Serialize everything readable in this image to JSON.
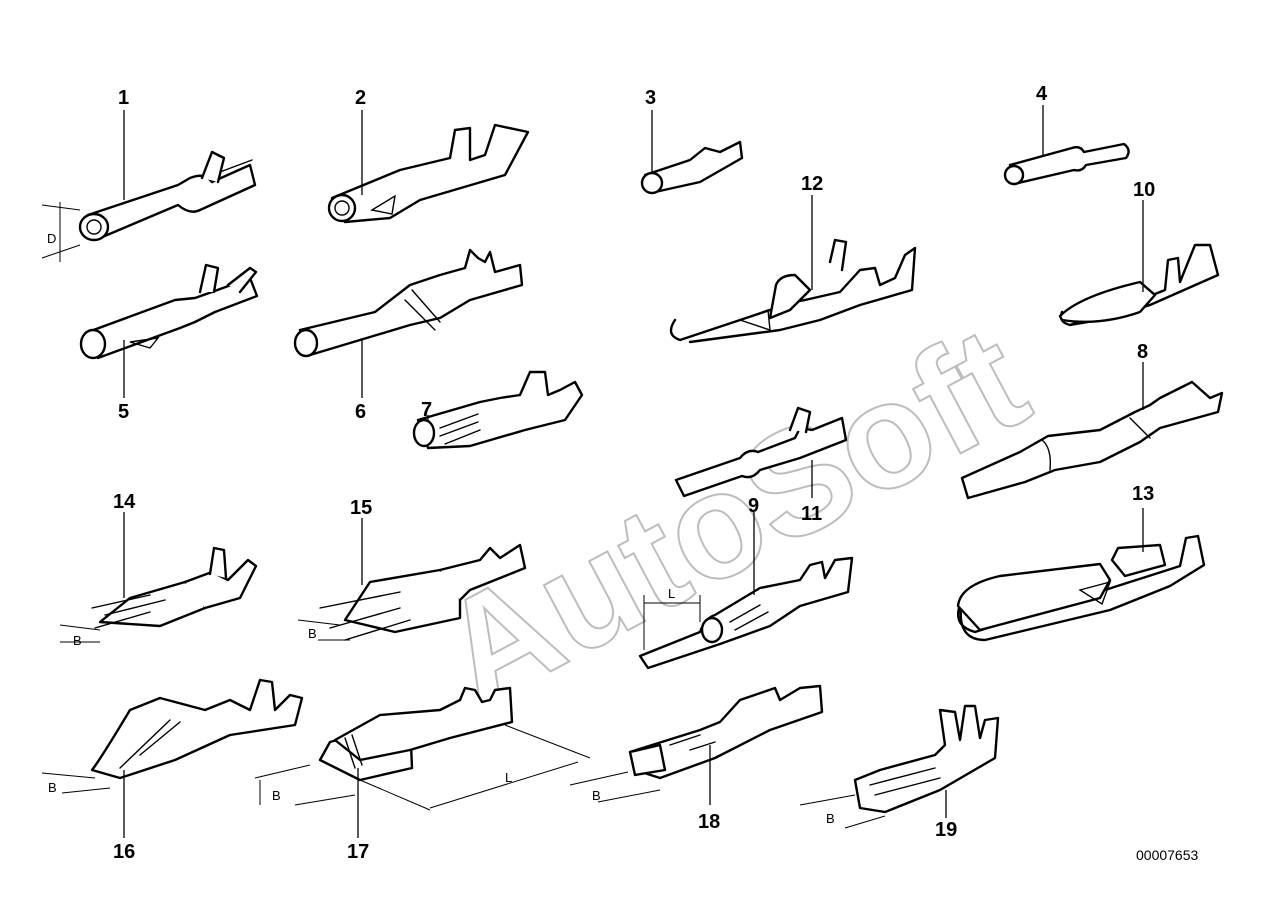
{
  "diagram": {
    "watermark": "AutoSoft",
    "reference_number": "00007653",
    "callouts": [
      "1",
      "2",
      "3",
      "4",
      "5",
      "6",
      "7",
      "8",
      "9",
      "10",
      "11",
      "12",
      "13",
      "14",
      "15",
      "16",
      "17",
      "18",
      "19"
    ],
    "dimension_labels": {
      "d": "D",
      "b": "B",
      "l": "L"
    }
  }
}
